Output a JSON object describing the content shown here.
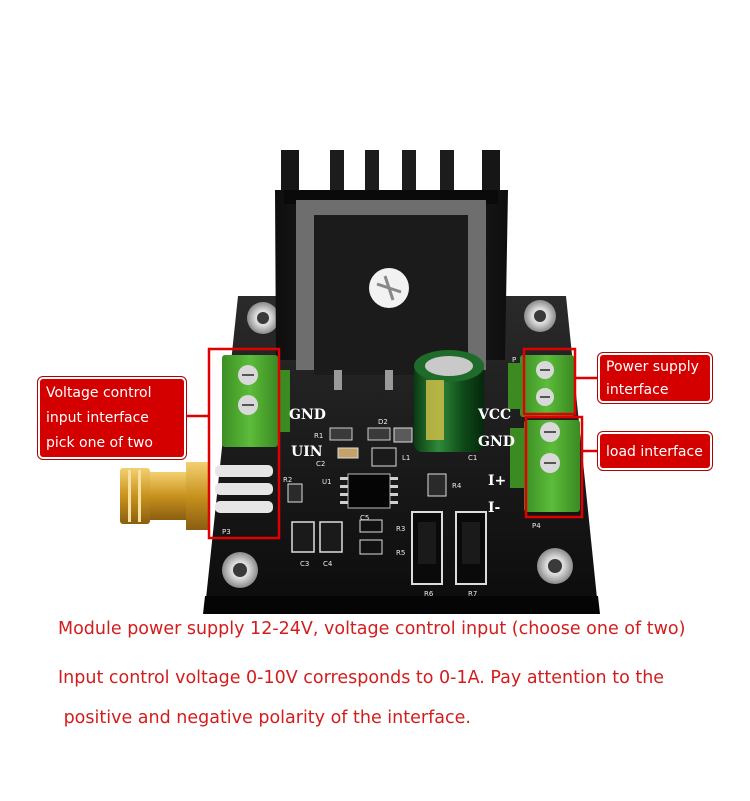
{
  "callouts": {
    "voltage_control": "Voltage control input interface  pick one of two",
    "power_supply": "Power supply interface",
    "load": "load interface"
  },
  "silkscreen": {
    "gnd_left": "GND",
    "uin": "UIN",
    "vcc": "VCC",
    "gnd_right": "GND",
    "i_plus": "I+",
    "i_minus": "I-",
    "r1": "R1",
    "d2": "D2",
    "r2": "R2",
    "l1": "L1",
    "u1": "U1",
    "c1": "C1",
    "c2": "C2",
    "c3": "C3",
    "c4": "C4",
    "c5": "C5",
    "r3": "R3",
    "r4": "R4",
    "r5": "R5",
    "r6": "R6",
    "r7": "R7",
    "p3": "P3",
    "p4": "P4",
    "p1": "P"
  },
  "captions": {
    "line1": "Module power supply 12-24V, voltage control input (choose one of two)",
    "line2": "Input control voltage 0-10V corresponds to 0-1A. Pay attention to the",
    "line3": " positive and negative polarity of the interface."
  },
  "colors": {
    "callout_red": "#d40000",
    "caption_red": "#d41c1c",
    "pcb_black": "#121212",
    "terminal_green": "#4aa52e",
    "heatsink": "#1a1a1a"
  }
}
